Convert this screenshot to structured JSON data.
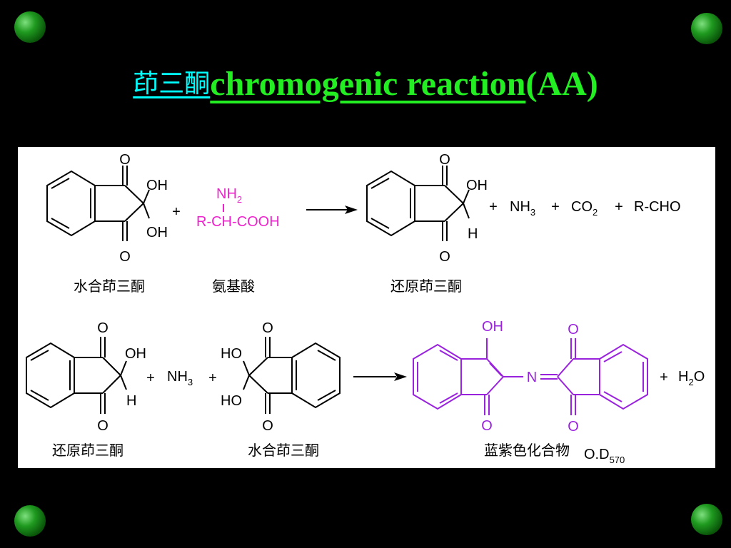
{
  "title": {
    "cn": "茚三酮",
    "en": "chromogenic reaction",
    "suffix": "(AA)"
  },
  "colors": {
    "background": "#000000",
    "title_green": "#22ee22",
    "title_cyan": "#00ffff",
    "amino_acid_magenta": "#ee22cc",
    "product_purple": "#9922dd"
  },
  "reaction1": {
    "reactant1": {
      "o_top": "O",
      "o_bottom": "O",
      "oh_top": "OH",
      "oh_bottom": "OH",
      "label": "水合茚三酮"
    },
    "plus1": "+",
    "amino_acid": {
      "nh2": "NH2",
      "nh2_main": "NH",
      "nh2_sub": "2",
      "chain": "R-CH-COOH",
      "label": "氨基酸"
    },
    "product1": {
      "o_top": "O",
      "o_bottom": "O",
      "oh": "OH",
      "h": "H",
      "label": "还原茚三酮"
    },
    "byproducts": {
      "plus_a": "+",
      "nh3_main": "NH",
      "nh3_sub": "3",
      "plus_b": "+",
      "co2_main": "CO",
      "co2_sub": "2",
      "plus_c": "+",
      "rcho": "R-CHO"
    }
  },
  "reaction2": {
    "reactant1": {
      "o_top": "O",
      "o_bottom": "O",
      "oh": "OH",
      "h": "H",
      "label": "还原茚三酮"
    },
    "plus1": "+",
    "nh3_main": "NH",
    "nh3_sub": "3",
    "plus2": "+",
    "reactant2": {
      "o_top": "O",
      "o_bottom": "O",
      "ho_top": "HO",
      "ho_bottom": "HO",
      "label": "水合茚三酮"
    },
    "product": {
      "oh": "OH",
      "n": "N",
      "o_left": "O",
      "o_right_top": "O",
      "o_right_bottom": "O",
      "label": "蓝紫色化合物",
      "od_main": "O.D",
      "od_sub": "570"
    },
    "plus3": "+",
    "h2o_h": "H",
    "h2o_sub": "2",
    "h2o_o": "O"
  }
}
